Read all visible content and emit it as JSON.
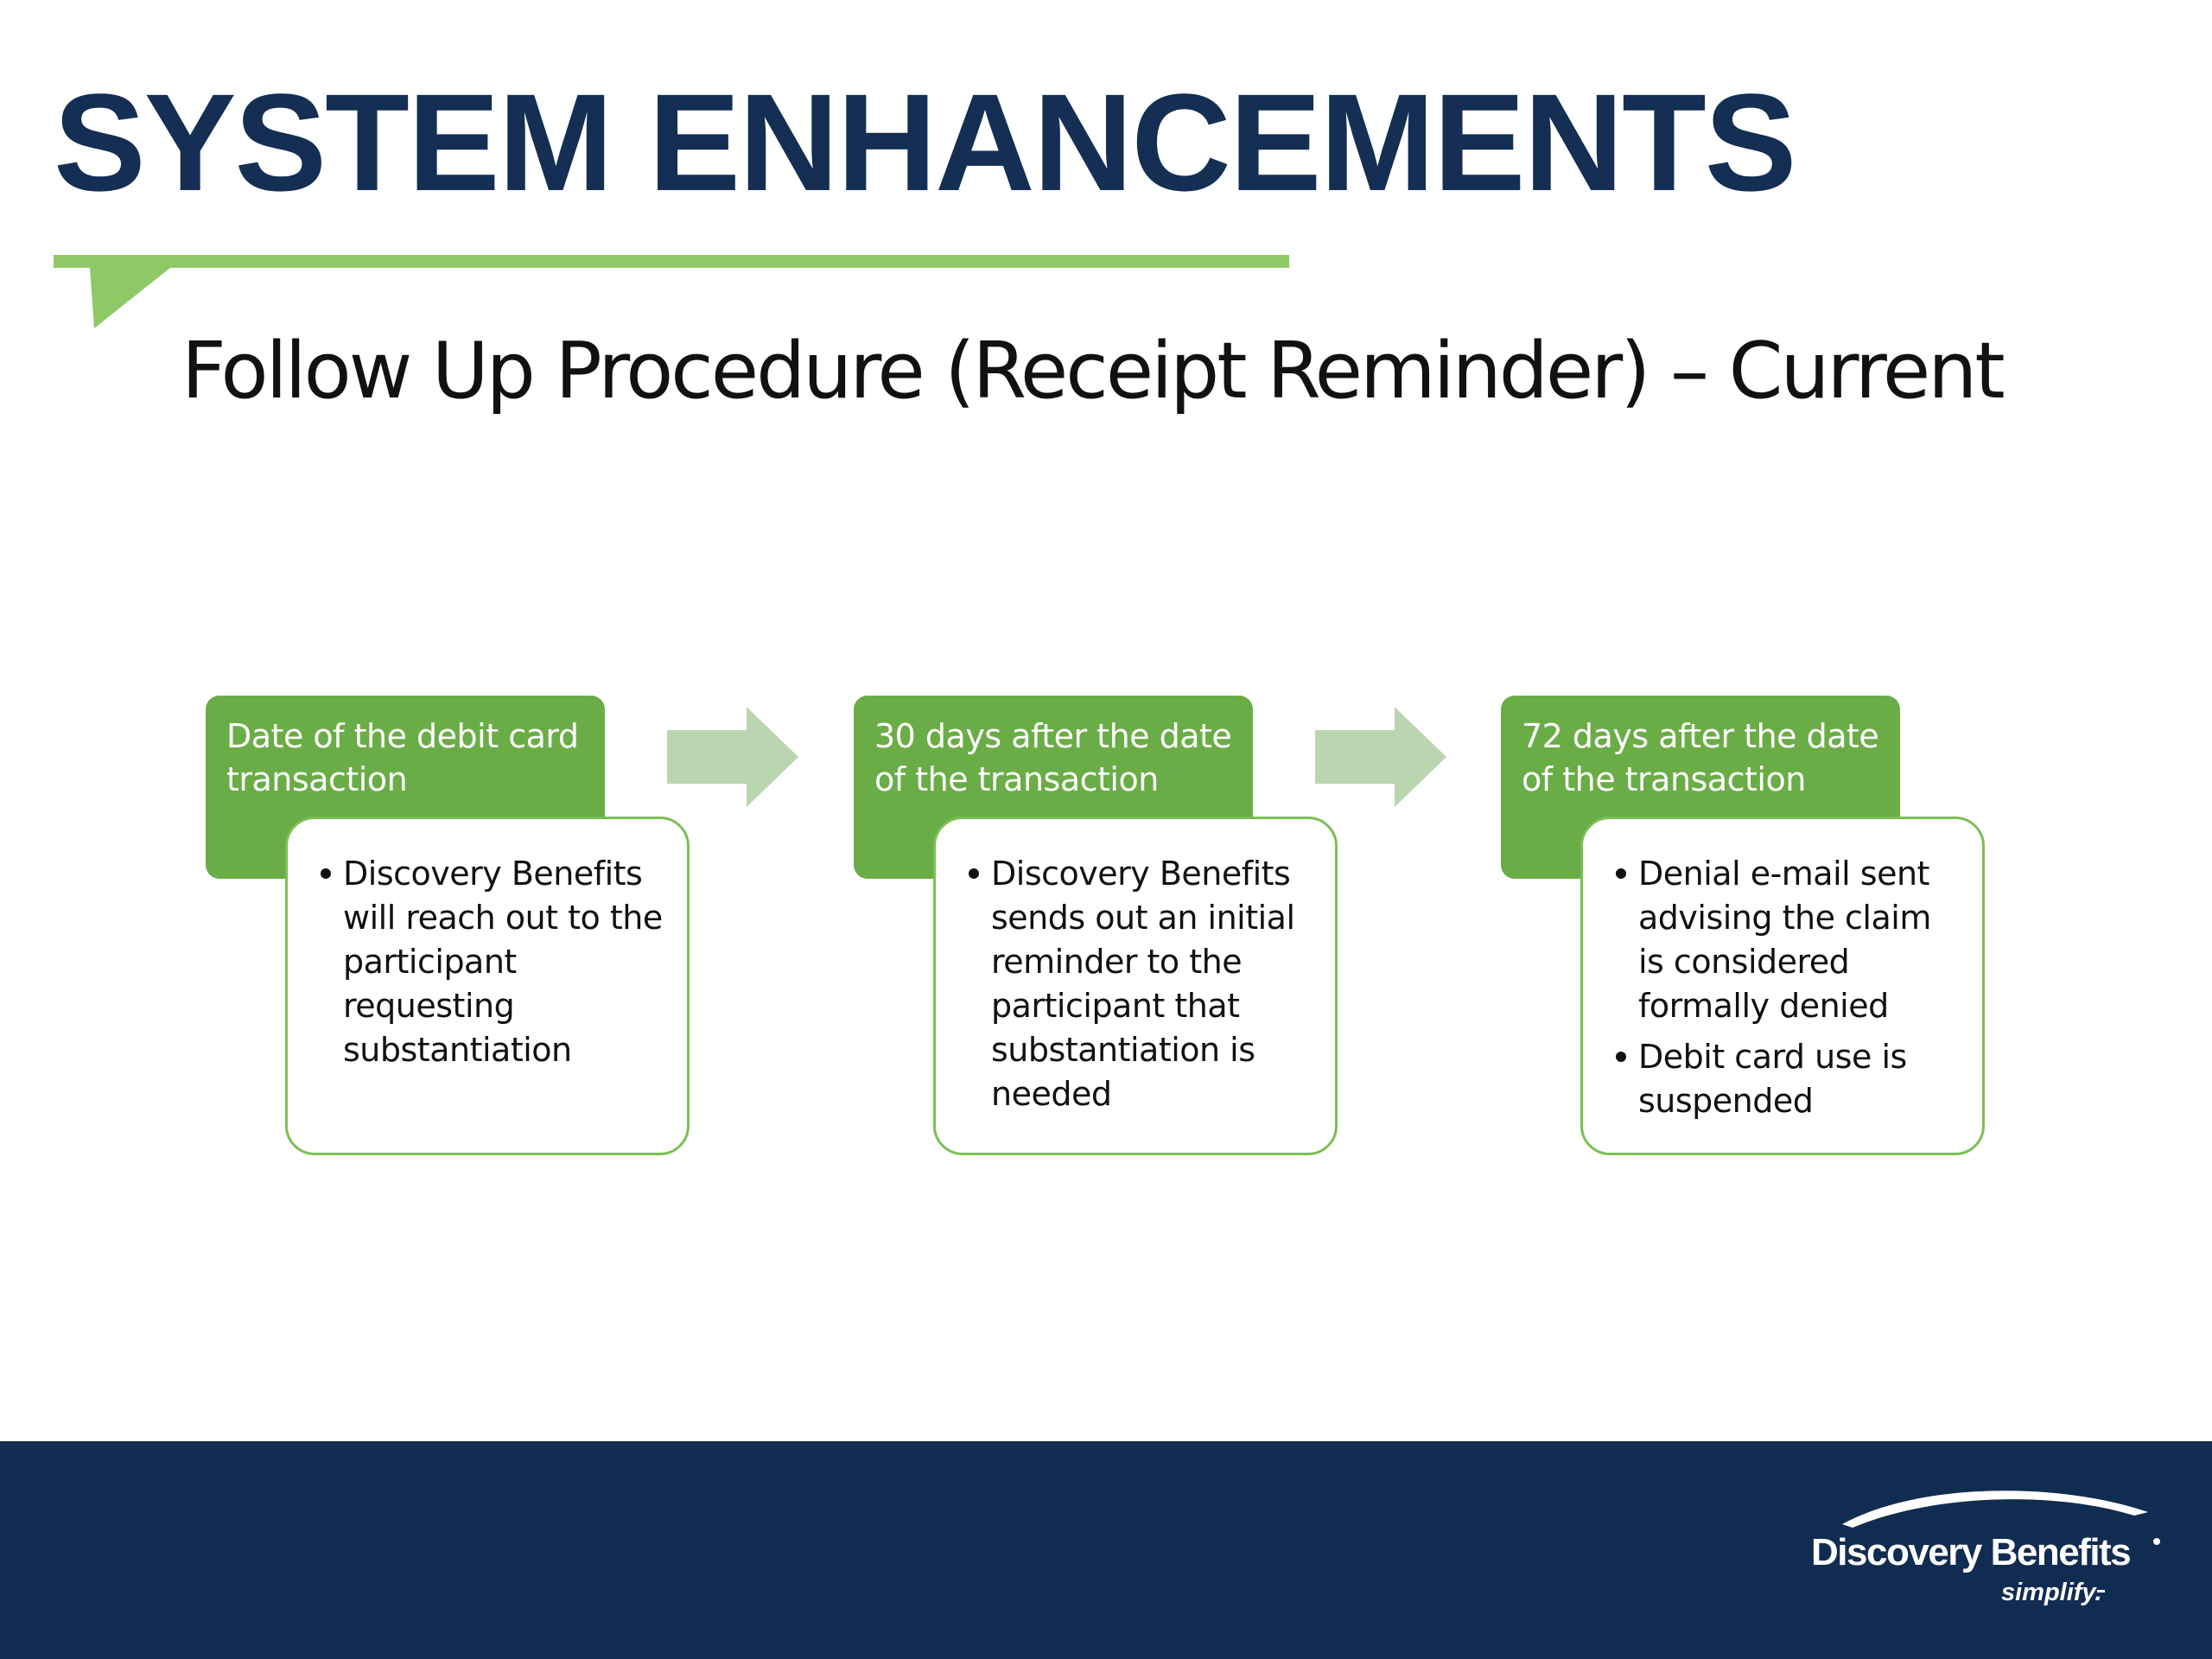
{
  "slide": {
    "section_title": "SYSTEM ENHANCEMENTS",
    "subtitle": "Follow Up Procedure (Receipt Reminder) – Current",
    "colors": {
      "navy": "#142e54",
      "green_accent": "#8fc965",
      "step_green": "#6aad46",
      "arrow_green": "#bad6b0",
      "card_border": "#7cbf55",
      "footer": "#112c51"
    }
  },
  "steps": [
    {
      "title": "Date of the debit card transaction",
      "bullets": [
        "Discovery Benefits will reach out to the participant requesting substantiation"
      ]
    },
    {
      "title": "30 days after the date of the transaction",
      "bullets": [
        "Discovery Benefits sends out an initial reminder to the participant that substantiation is needed"
      ]
    },
    {
      "title": "72 days after the date of the transaction",
      "bullets": [
        "Denial e-mail sent advising the claim is considered formally denied",
        "Debit card use is suspended"
      ]
    }
  ],
  "footer": {
    "logo_name": "Discovery Benefits",
    "logo_tagline": "simplify."
  }
}
